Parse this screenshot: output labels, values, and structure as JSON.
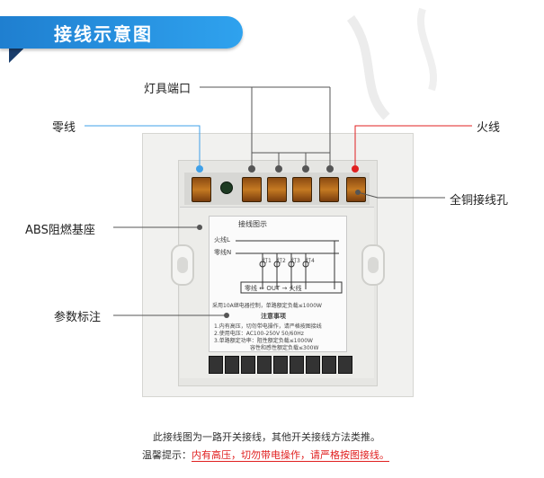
{
  "banner": {
    "title": "接线示意图"
  },
  "labels": {
    "lamp_port": "灯具端口",
    "neutral": "零线",
    "live": "火线",
    "copper_hole": "全铜接线孔",
    "abs_base": "ABS阻燃基座",
    "params": "参数标注"
  },
  "sticker": {
    "title": "接线图示",
    "live_l": "火线L",
    "neutral_n": "零线N",
    "lamps": [
      "灯1",
      "灯2",
      "灯3",
      "灯4"
    ],
    "out_row": "零线 ← OUT → 火线",
    "spec": "采用10A继电器控制，单路额定负载≤1000W",
    "notice_title": "注意事项",
    "notes": [
      "1.内有高压，切勿带电操作，请严格按图接线",
      "2.使用电压：AC100-250V 50/60Hz",
      "3.单路额定功率：阻性额定负载≤1000W",
      "容性和感性额定负载≤300W"
    ]
  },
  "captions": {
    "line1": "此接线图为一路开关接线，其他开关接线方法类推。",
    "line2_prefix": "温馨提示：",
    "line2_warning": "内有高压，切勿带电操作，请严格按图接线。"
  },
  "colors": {
    "banner": "#2a93e6",
    "neutral_dot": "#3fa0e8",
    "live_dot": "#e02020",
    "warning": "#e02020"
  }
}
